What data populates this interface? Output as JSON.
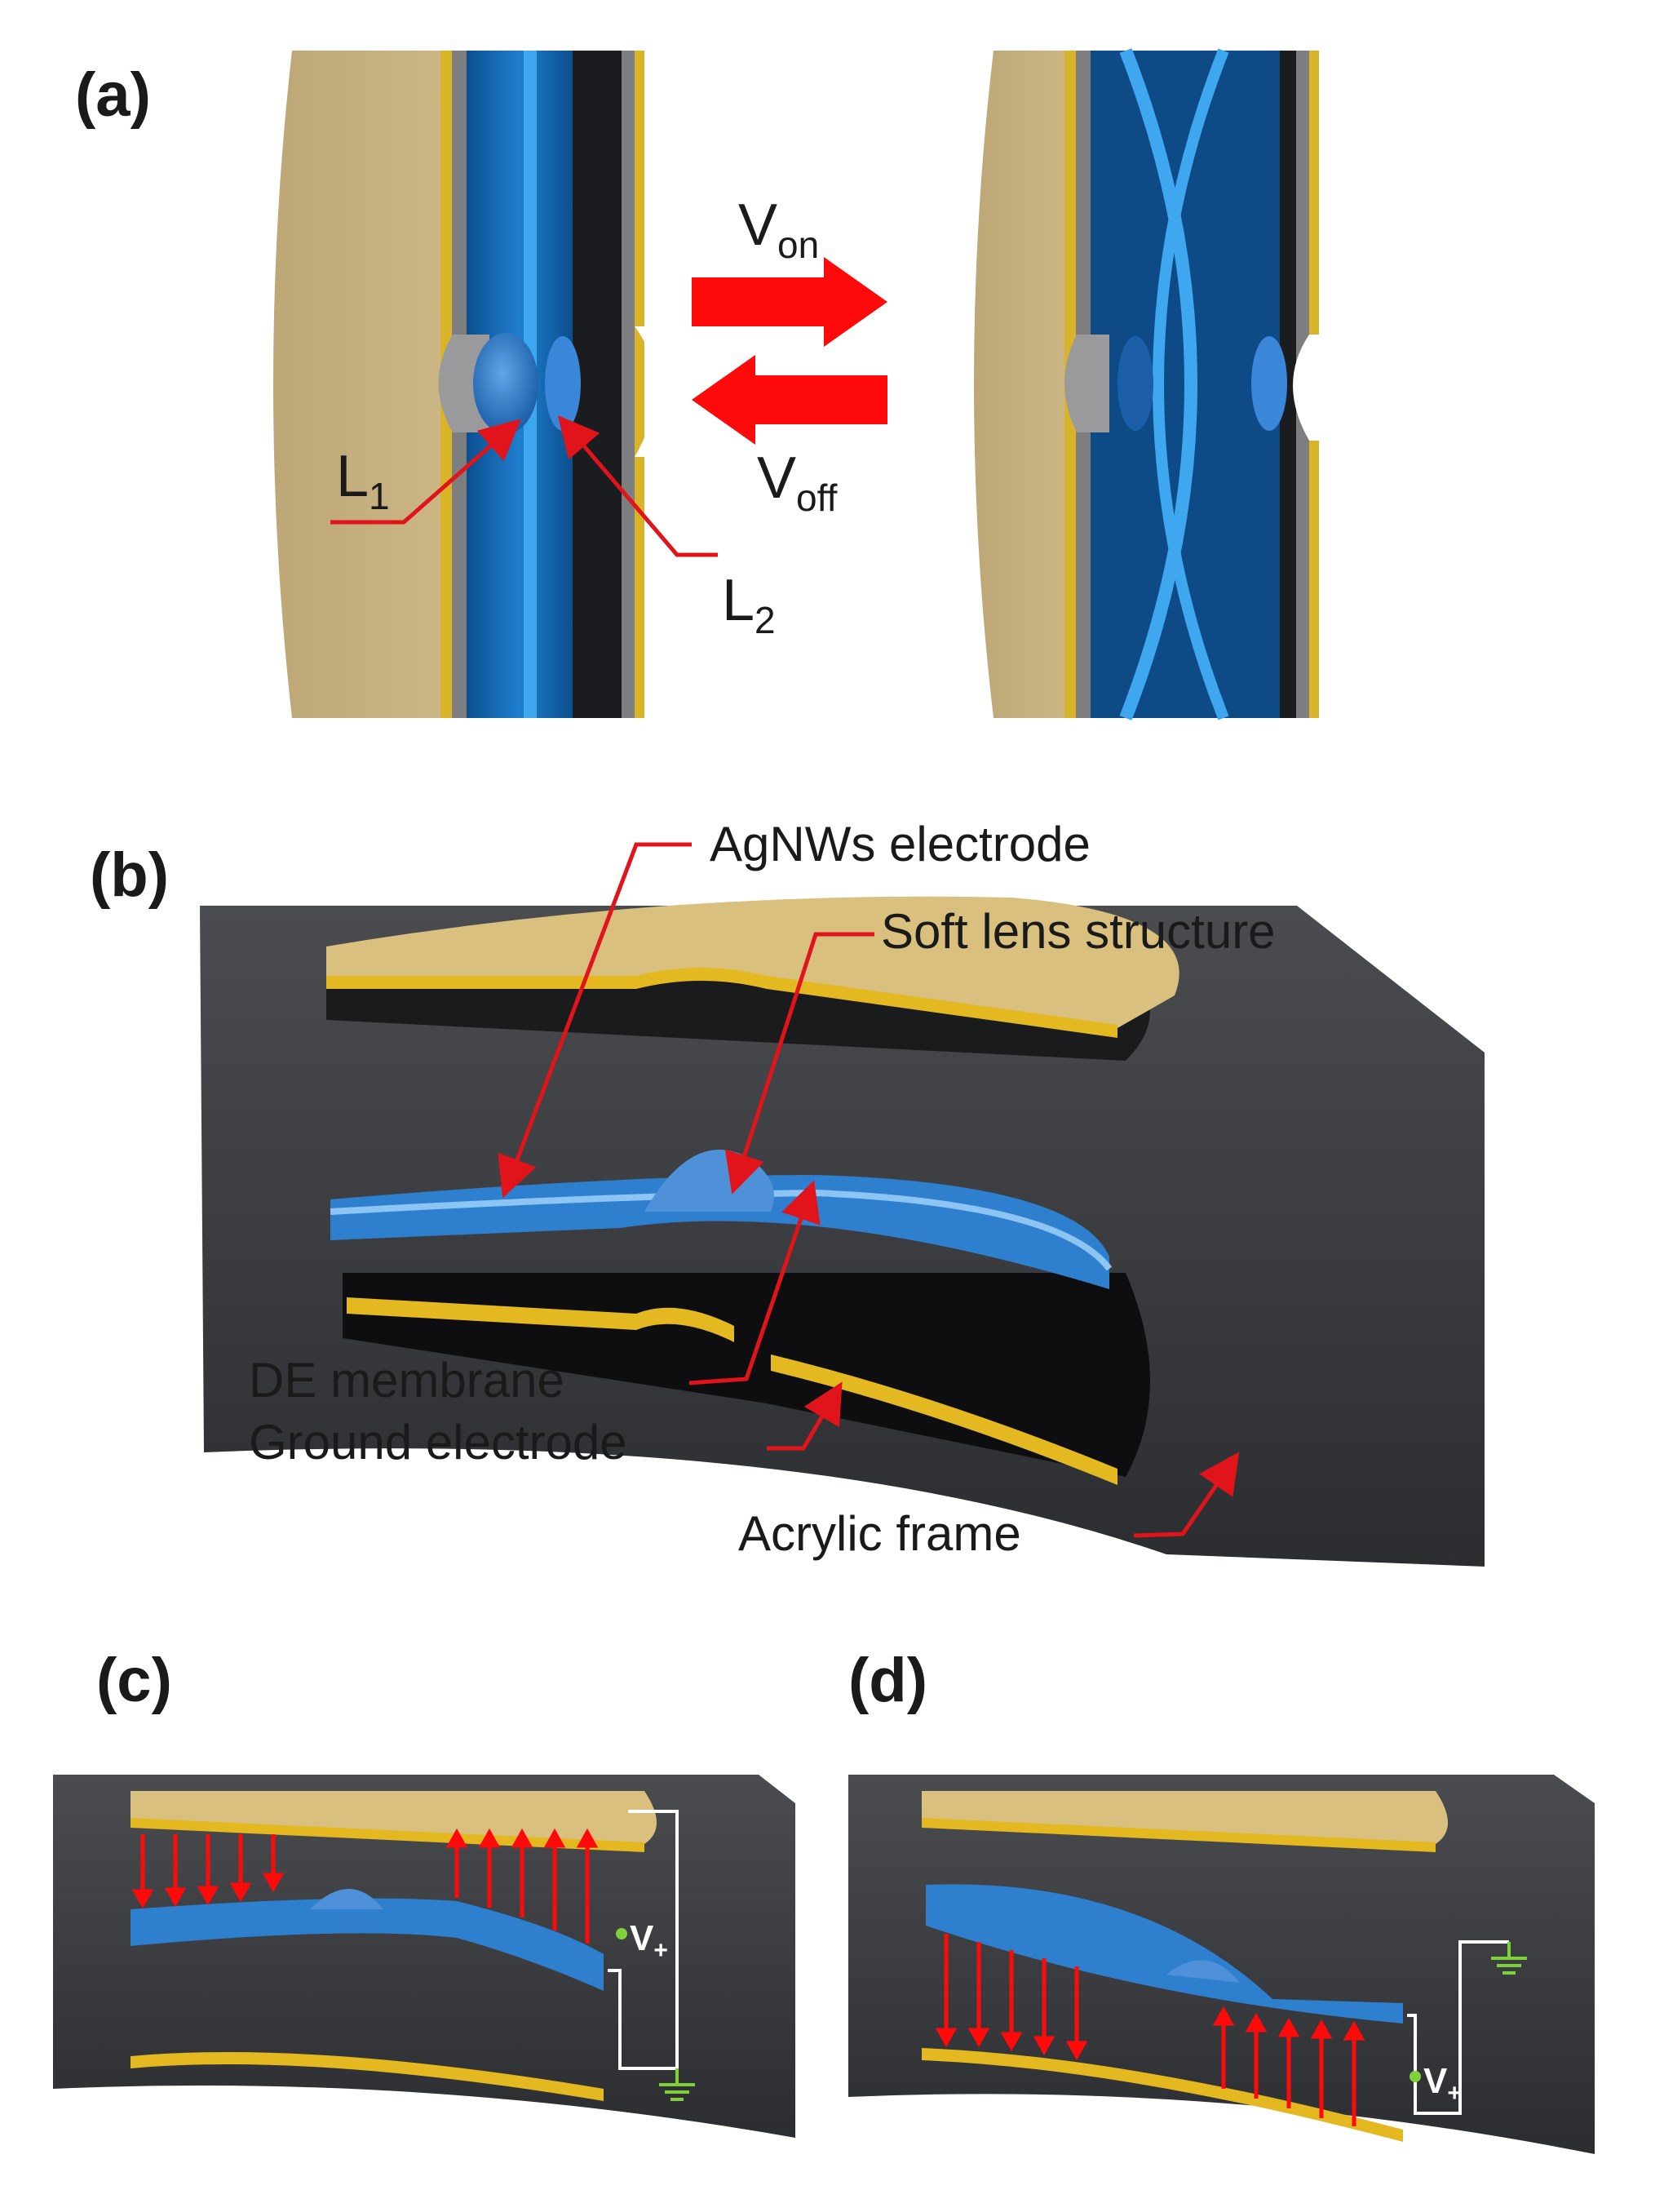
{
  "panels": {
    "a": {
      "label": "(a)"
    },
    "b": {
      "label": "(b)"
    },
    "c": {
      "label": "(c)"
    },
    "d": {
      "label": "(d)"
    }
  },
  "panel_a": {
    "lens1": {
      "main": "L",
      "sub": "1"
    },
    "lens2": {
      "main": "L",
      "sub": "2"
    },
    "v_on": {
      "main": "V",
      "sub": "on"
    },
    "v_off": {
      "main": "V",
      "sub": "off"
    }
  },
  "panel_b": {
    "agnws_electrode": "AgNWs electrode",
    "soft_lens": "Soft lens structure",
    "de_membrane": "DE membrane",
    "ground_electrode": "Ground electrode",
    "acrylic_frame": "Acrylic frame"
  },
  "voltage_symbol": {
    "main": "V",
    "sub": "+"
  },
  "colors": {
    "gold": "#c9b17a",
    "gold_edge": "#d9b42a",
    "blue": "#2f8fd6",
    "blue_light": "#5aa9e6",
    "dark_frame": "#2f3033",
    "callout_red": "#e0141a",
    "arrow_red": "#ff0a0a"
  }
}
